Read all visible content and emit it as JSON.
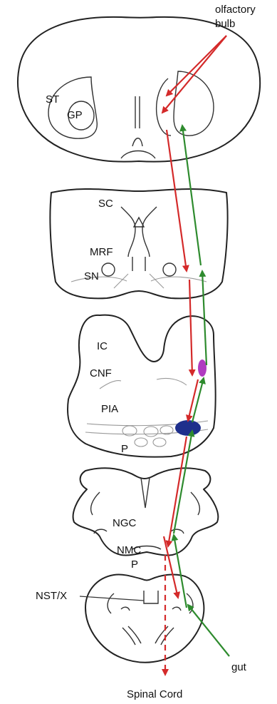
{
  "labels": {
    "olfactory_line1": "olfactory",
    "olfactory_line2": "bulb",
    "ST": "ST",
    "GP": "GP",
    "SC": "SC",
    "MRF": "MRF",
    "SN": "SN",
    "IC": "IC",
    "CNF": "CNF",
    "PIA": "PIA",
    "P_upper": "P",
    "NGC": "NGC",
    "NMC": "NMC",
    "P_lower": "P",
    "NST_X": "NST/X",
    "gut": "gut",
    "spinal_cord": "Spinal Cord"
  },
  "colors": {
    "descending": "#d42a2a",
    "ascending": "#2e8b2e",
    "nucleus_small": "#b03cc0",
    "nucleus_large": "#1e2f8c",
    "outline": "#222222"
  }
}
